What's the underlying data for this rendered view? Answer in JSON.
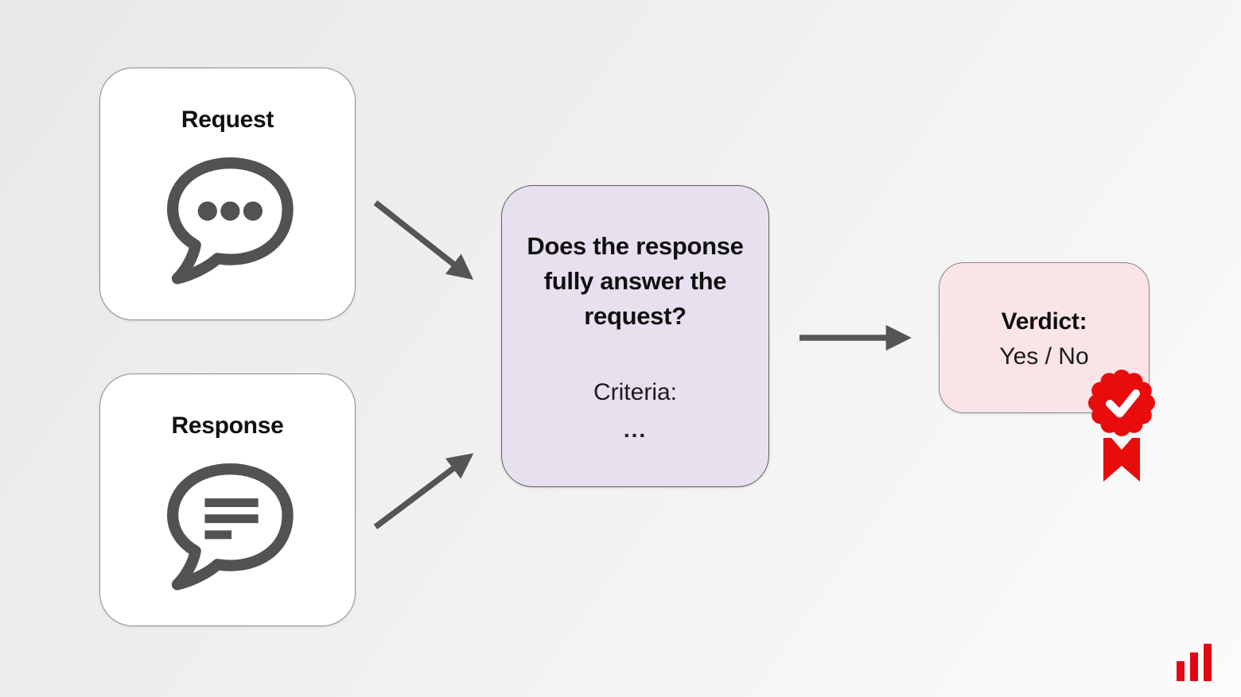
{
  "diagram": {
    "type": "flowchart",
    "nodes": {
      "request": {
        "title": "Request",
        "icon": "chat-bubble-dots-icon"
      },
      "response": {
        "title": "Response",
        "icon": "chat-bubble-lines-icon"
      },
      "question": {
        "question": "Does the response fully answer the request?",
        "criteria_label": "Criteria:",
        "ellipsis": "..."
      },
      "verdict": {
        "title": "Verdict:",
        "value": "Yes / No",
        "badge": "award-ribbon-check-icon"
      }
    },
    "edges": [
      {
        "from": "request",
        "to": "question"
      },
      {
        "from": "response",
        "to": "question"
      },
      {
        "from": "question",
        "to": "verdict"
      }
    ]
  },
  "colors": {
    "background_start": "#e8e8e8",
    "background_end": "#fbfbfb",
    "card_white": "#ffffff",
    "card_purple": "#e7e0ee",
    "card_pink": "#fbe4e7",
    "icon_gray": "#525252",
    "arrow_gray": "#555555",
    "badge_red": "#e80c0c",
    "logo_red": "#e30613",
    "text_dark": "#101010"
  },
  "logo": {
    "name": "bar-chart-logo",
    "bar_heights": [
      25,
      36,
      47
    ]
  }
}
